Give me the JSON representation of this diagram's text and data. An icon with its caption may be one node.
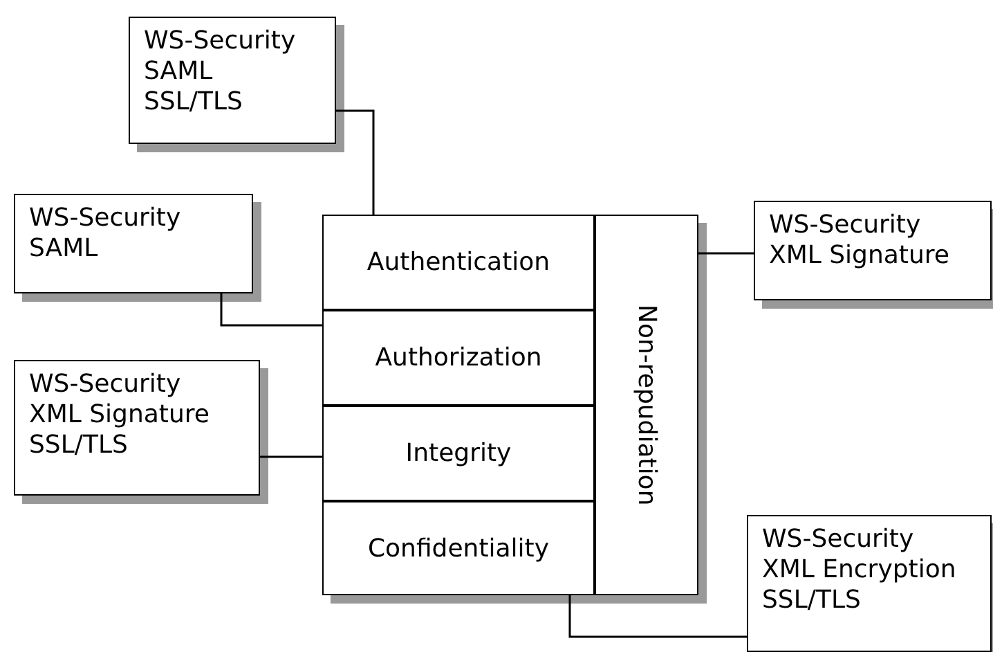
{
  "diagram": {
    "nodes": [
      {
        "text": [
          "WS-Security",
          "SAML",
          "SSL/TLS"
        ]
      },
      {
        "text": [
          "WS-Security",
          "SAML"
        ]
      },
      {
        "text": [
          "Authentication"
        ]
      },
      {
        "text": [
          "Non-repudiation"
        ]
      },
      {
        "text": [
          "WS-Security",
          "XML Signature"
        ]
      },
      {
        "text": [
          "Authorization"
        ]
      },
      {
        "text": [
          "WS-Security",
          "XML Signature",
          "SSL/TLS"
        ]
      },
      {
        "text": [
          "Integrity"
        ]
      },
      {
        "text": [
          "Confidentiality"
        ]
      },
      {
        "text": [
          "WS-Security",
          "XML Encryption",
          "SSL/TLS"
        ]
      }
    ],
    "edges": [
      {
        "from": 0,
        "to": 2,
        "arrow": "none"
      },
      {
        "from": 1,
        "to": 5,
        "arrow": "none"
      },
      {
        "from": 6,
        "to": 7,
        "arrow": "none"
      },
      {
        "from": 3,
        "to": 4,
        "arrow": "none"
      },
      {
        "from": 8,
        "to": 9,
        "arrow": "none"
      }
    ]
  }
}
